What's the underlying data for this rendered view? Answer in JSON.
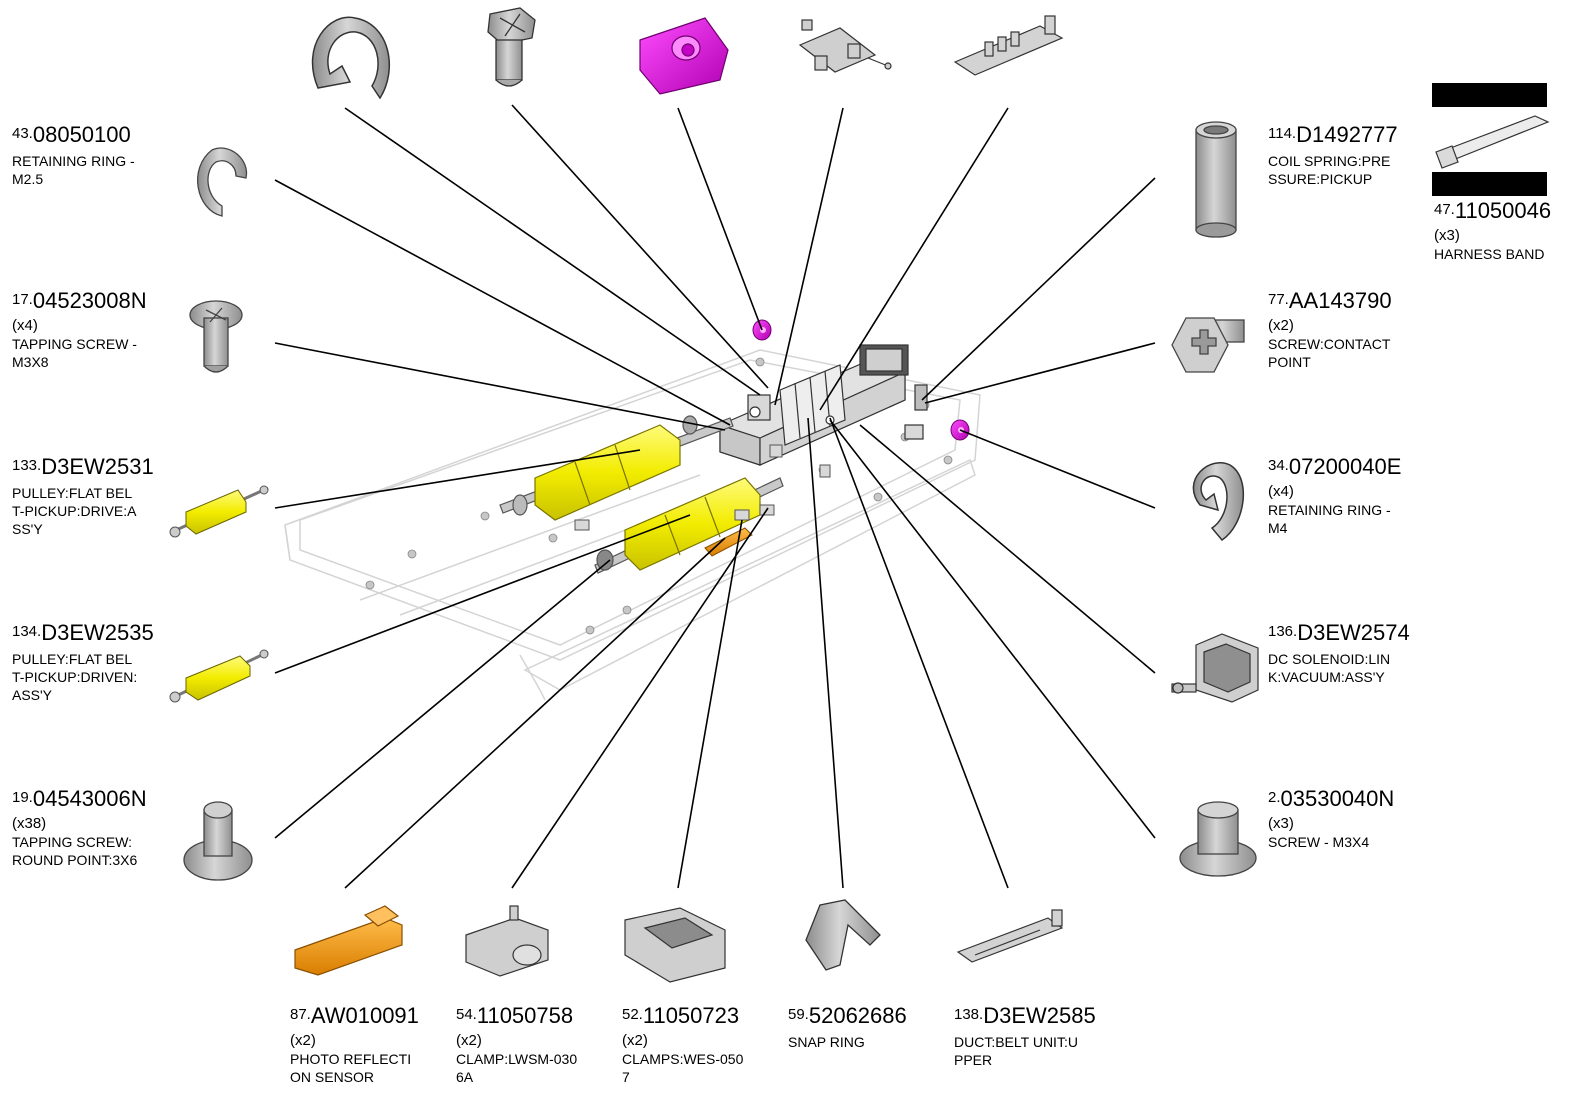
{
  "diagram_title": "",
  "colors": {
    "line": "#000000",
    "part_gray": "#b9b9b9",
    "part_dark": "#7a7a7a",
    "pulley_yellow": "#f5f000",
    "spacer_magenta": "#e000e0",
    "sensor_orange": "#f59a10",
    "frame_outline": "#d0d0d0"
  },
  "parts": [
    {
      "key": "p43",
      "index": "43.",
      "number": "08050100",
      "qty": "",
      "desc": "RETAINING RING -\nM2.5",
      "icon": "retaining-ring-small-icon"
    },
    {
      "key": "p17",
      "index": "17.",
      "number": "04523008N",
      "qty": "(x4)",
      "desc": "TAPPING SCREW -\n M3X8",
      "icon": "tapping-screw-icon"
    },
    {
      "key": "p133",
      "index": "133.",
      "number": "D3EW2531",
      "qty": "",
      "desc": "PULLEY:FLAT BEL\nT-PICKUP:DRIVE:A\nSS'Y",
      "icon": "drive-pulley-icon"
    },
    {
      "key": "p134",
      "index": "134.",
      "number": "D3EW2535",
      "qty": "",
      "desc": "PULLEY:FLAT BEL\nT-PICKUP:DRIVEN:\nASS'Y",
      "icon": "driven-pulley-icon"
    },
    {
      "key": "p19",
      "index": "19.",
      "number": "04543006N",
      "qty": "(x38)",
      "desc": "TAPPING SCREW:\nROUND POINT:3X6",
      "icon": "round-point-screw-icon"
    },
    {
      "key": "p87",
      "index": "87.",
      "number": "AW010091",
      "qty": "(x2)",
      "desc": "PHOTO REFLECTI\nON SENSOR",
      "icon": "photo-sensor-icon"
    },
    {
      "key": "p54",
      "index": "54.",
      "number": "11050758",
      "qty": "(x2)",
      "desc": "CLAMP:LWSM-030\n6A",
      "icon": "clamp-icon"
    },
    {
      "key": "p52",
      "index": "52.",
      "number": "11050723",
      "qty": "(x2)",
      "desc": "CLAMPS:WES-050\n7",
      "icon": "clamps-icon"
    },
    {
      "key": "p59",
      "index": "59.",
      "number": "52062686",
      "qty": "",
      "desc": "SNAP RING",
      "icon": "snap-ring-icon"
    },
    {
      "key": "p138",
      "index": "138.",
      "number": "D3EW2585",
      "qty": "",
      "desc": "DUCT:BELT UNIT:U\nPPER",
      "icon": "duct-icon"
    },
    {
      "key": "p114",
      "index": "114.",
      "number": "D1492777",
      "qty": "",
      "desc": "COIL SPRING:PRE\nSSURE:PICKUP",
      "icon": "coil-spring-icon"
    },
    {
      "key": "p47",
      "index": "47.",
      "number": "11050046",
      "qty": "(x3)",
      "desc": "HARNESS BAND",
      "icon": "harness-band-icon"
    },
    {
      "key": "p77",
      "index": "77.",
      "number": "AA143790",
      "qty": "(x2)",
      "desc": "SCREW:CONTACT\nPOINT",
      "icon": "contact-screw-icon"
    },
    {
      "key": "p34",
      "index": "34.",
      "number": "07200040E",
      "qty": "(x4)",
      "desc": "RETAINING RING -\nM4",
      "icon": "retaining-ring-icon"
    },
    {
      "key": "p136",
      "index": "136.",
      "number": "D3EW2574",
      "qty": "",
      "desc": "DC SOLENOID:LIN\nK:VACUUM:ASS'Y",
      "icon": "dc-solenoid-icon"
    },
    {
      "key": "p2",
      "index": "2.",
      "number": "03530040N",
      "qty": "(x3)",
      "desc": "SCREW - M3X4",
      "icon": "screw-m3x4-icon"
    }
  ],
  "unlabeled_parts_top": [
    {
      "icon": "retaining-ring-large-icon"
    },
    {
      "icon": "hex-screw-icon"
    },
    {
      "icon": "magenta-spacer-icon"
    },
    {
      "icon": "slide-bracket-icon"
    },
    {
      "icon": "sensor-bracket-icon"
    }
  ]
}
